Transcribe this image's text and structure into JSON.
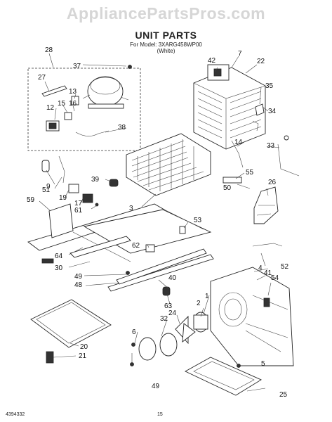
{
  "watermark": "AppliancePartsPros.com",
  "title": "UNIT PARTS",
  "model_line1": "For Model: 3XARG458WP00",
  "model_line2": "(White)",
  "doc_number": "4394332",
  "page_number": "15",
  "callouts": [
    "28",
    "37",
    "7",
    "42",
    "22",
    "27",
    "13",
    "35",
    "12",
    "15",
    "16",
    "38",
    "34",
    "14",
    "33",
    "9",
    "51",
    "39",
    "55",
    "50",
    "26",
    "19",
    "17",
    "61",
    "59",
    "3",
    "53",
    "62",
    "64",
    "30",
    "49",
    "48",
    "40",
    "52",
    "4",
    "41",
    "54",
    "63",
    "1",
    "2",
    "24",
    "32",
    "6",
    "20",
    "21",
    "5",
    "49",
    "25"
  ]
}
